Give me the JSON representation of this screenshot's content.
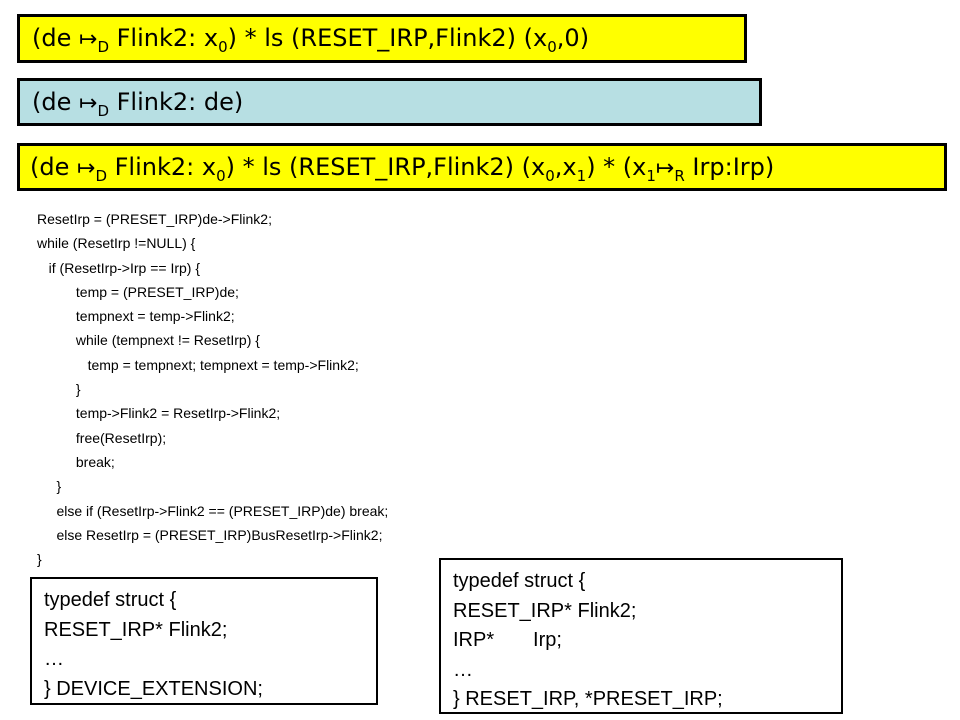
{
  "colors": {
    "yellow_box": "#ffff00",
    "teal_box": "#b7dfe3",
    "border": "#000000"
  },
  "formulas": {
    "box1": {
      "open": "(de ",
      "mapsto": "↦",
      "sub_d": "D",
      "field": " Flink2: x",
      "sub_0": "0",
      "rest": ") * ls (RESET_IRP,Flink2) (x",
      "sub_0b": "0",
      "tail": ",0)"
    },
    "box2": {
      "open": "(de ",
      "mapsto": "↦",
      "sub_d": "D",
      "tail": " Flink2: de)"
    },
    "box3": {
      "open": "(de ",
      "mapsto": "↦",
      "sub_d": "D",
      "field": " Flink2: x",
      "sub_0": "0",
      "rest": ") * ls (RESET_IRP,Flink2) (x",
      "sub_0b": "0",
      "comma_x": ",x",
      "sub_1": "1",
      "mid": ") * (x",
      "sub_1b": "1",
      "mapsto2": "↦",
      "sub_r": "R",
      "tail": " Irp:Irp)"
    }
  },
  "code_lines": [
    "ResetIrp = (PRESET_IRP)de->Flink2;",
    "while (ResetIrp !=NULL) {",
    "   if (ResetIrp->Irp == Irp) {",
    "          temp = (PRESET_IRP)de;",
    "          tempnext = temp->Flink2;",
    "          while (tempnext != ResetIrp) {",
    "             temp = tempnext; tempnext = temp->Flink2;",
    "          }",
    "          temp->Flink2 = ResetIrp->Flink2;",
    "          free(ResetIrp);",
    "          break;",
    "     }",
    "     else if (ResetIrp->Flink2 == (PRESET_IRP)de) break;",
    "     else ResetIrp = (PRESET_IRP)BusResetIrp->Flink2;",
    "}"
  ],
  "struct_left": [
    "typedef struct {",
    "RESET_IRP* Flink2;",
    "…",
    "} DEVICE_EXTENSION;"
  ],
  "struct_right": [
    "typedef struct {",
    "RESET_IRP* Flink2;",
    "IRP*       Irp;",
    "…",
    "} RESET_IRP, *PRESET_IRP;"
  ]
}
